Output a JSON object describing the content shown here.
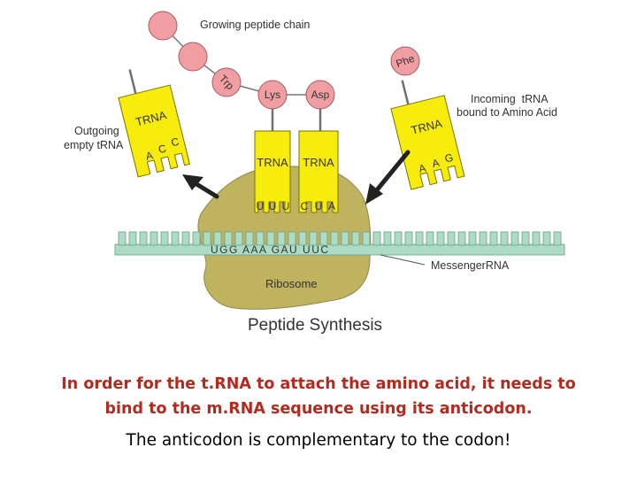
{
  "diagram": {
    "title": "Peptide Synthesis",
    "growing_chain_label": "Growing peptide chain",
    "outgoing_label": [
      "Outgoing",
      "empty tRNA"
    ],
    "incoming_label": [
      "Incoming  tRNA",
      "bound to Amino Acid"
    ],
    "mrna_label": "MessengerRNA",
    "ribosome_label": "Ribosome",
    "amino_acids": {
      "trp": "Trp",
      "lys": "Lys",
      "asp": "Asp",
      "phe": "Phe"
    },
    "trna_label": "TRNA",
    "outgoing_anticodon": [
      "A",
      "C",
      "C"
    ],
    "lys_anticodon": [
      "U",
      "U",
      "U"
    ],
    "asp_anticodon": [
      "C",
      "U",
      "A"
    ],
    "incoming_anticodon": [
      "A",
      "A",
      "G"
    ],
    "mrna_codons": "UGG AAA GAU UUC",
    "colors": {
      "trna_fill": "#f7ec0b",
      "chain_bead": "#f09ea2",
      "ribosome": "#bfb35f",
      "mrna": "#aedbc4",
      "caption_emphasis": "#b52a1f"
    }
  },
  "caption": {
    "line1": "In order for the t.RNA to attach the amino acid, it needs to",
    "line2": "bind to the m.RNA sequence using its anticodon.",
    "line3": "The anticodon is complementary to the codon!"
  }
}
